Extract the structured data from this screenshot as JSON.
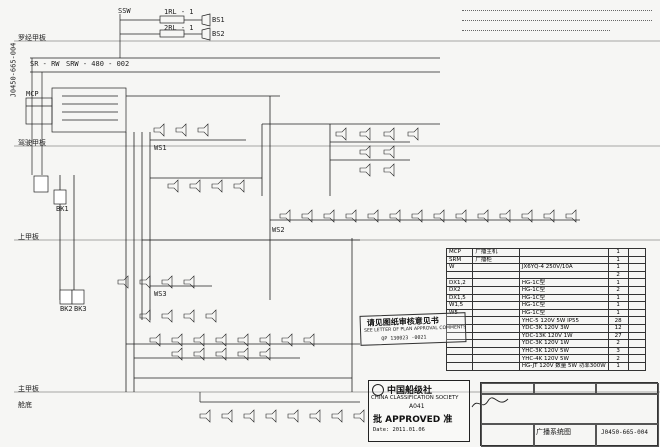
{
  "drawing": {
    "number": "J0450-665-004",
    "side_number": "J0450-665-004",
    "title_cn": "广播系统图"
  },
  "deck_labels": [
    {
      "key": "upper_deck_top",
      "text": "罗经甲板"
    },
    {
      "key": "compass_deck",
      "text": "驾驶甲板"
    },
    {
      "key": "upper_deck",
      "text": "上甲板"
    },
    {
      "key": "main_deck",
      "text": "主甲板"
    },
    {
      "key": "engine_room",
      "text": "舱底"
    }
  ],
  "line_labels": {
    "ssw": "SSW",
    "cable_top_1": "SR - RW",
    "cable_top_2": "SRW - 480 - 002",
    "fuse1": "BS1",
    "fuse2": "BS2",
    "mcp": "MCP",
    "relay_a": "1RL - 1",
    "relay_b": "2RL - 1",
    "sw": "RW",
    "ws1": "WS1",
    "ws2": "WS2",
    "ws3": "WS3",
    "box_label_1": "BK1",
    "box_label_2": "BK2",
    "box_label_3": "BK3"
  },
  "component_table": {
    "rows": [
      {
        "code": "MCP",
        "name": "广播主机",
        "spec": "",
        "qty": "1"
      },
      {
        "code": "SRM",
        "name": "广播柜",
        "spec": "",
        "qty": "1"
      },
      {
        "code": "W",
        "name": "",
        "spec": "JX6YQ-4   250V/10A",
        "qty": "1"
      },
      {
        "code": "",
        "name": "",
        "spec": "",
        "qty": "2"
      },
      {
        "code": "DX1,2",
        "name": "",
        "spec": "HG-1C型",
        "qty": "1"
      },
      {
        "code": "DX2",
        "name": "",
        "spec": "HG-1C型",
        "qty": "2"
      },
      {
        "code": "DX1,5",
        "name": "",
        "spec": "HG-1C型",
        "qty": "1"
      },
      {
        "code": "W1,5",
        "name": "",
        "spec": "HG-1C型",
        "qty": "1"
      },
      {
        "code": "W5",
        "name": "",
        "spec": "HG-1C型",
        "qty": "1"
      },
      {
        "code": "",
        "name": "",
        "spec": "YHC-5   120V   5W  IP55",
        "qty": "28"
      },
      {
        "code": "",
        "name": "",
        "spec": "YDC-3K   120V   3W",
        "qty": "12"
      },
      {
        "code": "",
        "name": "",
        "spec": "YDC-13K  120V   1W",
        "qty": "27"
      },
      {
        "code": "",
        "name": "",
        "spec": "YDC-3K   120V   1W",
        "qty": "2"
      },
      {
        "code": "",
        "name": "",
        "spec": "YHC-3K   120V   5W",
        "qty": "3"
      },
      {
        "code": "",
        "name": "",
        "spec": "YHC-4K   120V   5W",
        "qty": "2"
      },
      {
        "code": "",
        "name": "",
        "spec": "HG-JT 120V 数量 5W  功率300W",
        "qty": "1"
      }
    ]
  },
  "stamp_review": {
    "title": "请见图纸审核意见书",
    "subtitle": "SEE LETTER OF PLAN APPROVAL COMMENTS",
    "number": "QP 130023 -0021"
  },
  "stamp_approval": {
    "org_cn": "中国船级社",
    "org_en": "CHINA CLASSIFICATION SOCIETY",
    "number": "A041",
    "approved": "批  APPROVED  准",
    "date_line": "Date:  2011.01.06"
  }
}
